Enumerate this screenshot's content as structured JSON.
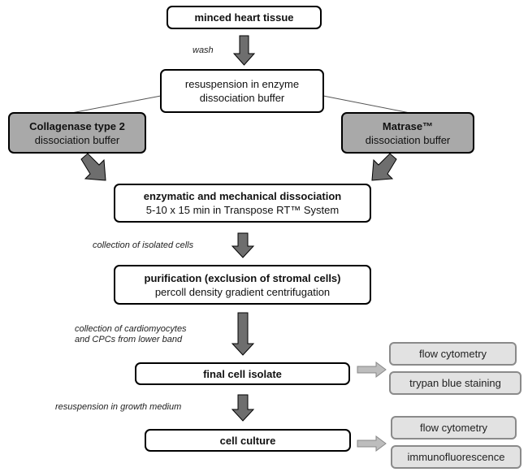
{
  "nodes": {
    "minced": {
      "title": "minced heart tissue"
    },
    "resuspension": {
      "line1": "resuspension in enzyme",
      "line2": "dissociation buffer"
    },
    "collagenase": {
      "title": "Collagenase type 2",
      "subtitle": "dissociation buffer"
    },
    "matrase": {
      "title": "Matrase™",
      "subtitle": "dissociation buffer"
    },
    "dissociation": {
      "title": "enzymatic and mechanical dissociation",
      "subtitle": "5-10 x 15 min in Transpose RT™ System"
    },
    "purification": {
      "title": "purification (exclusion of stromal cells)",
      "subtitle": "percoll density gradient centrifugation"
    },
    "final_isolate": {
      "title": "final cell isolate"
    },
    "cell_culture": {
      "title": "cell culture"
    }
  },
  "side_boxes": {
    "isolate_flow": "flow cytometry",
    "isolate_trypan": "trypan blue staining",
    "culture_flow": "flow cytometry",
    "culture_if": "immunofluorescence"
  },
  "notes": {
    "wash": "wash",
    "collection": "collection of isolated cells",
    "collection_cm_1": "collection of cardiomyocytes",
    "collection_cm_2": "and CPCs from lower band",
    "growth": "resuspension in growth  medium"
  },
  "colors": {
    "gray_box": "#a9a9a9",
    "side_box": "#e2e2e2",
    "arrow": "#6e6e6e",
    "side_arrow": "#bdbdbd"
  }
}
